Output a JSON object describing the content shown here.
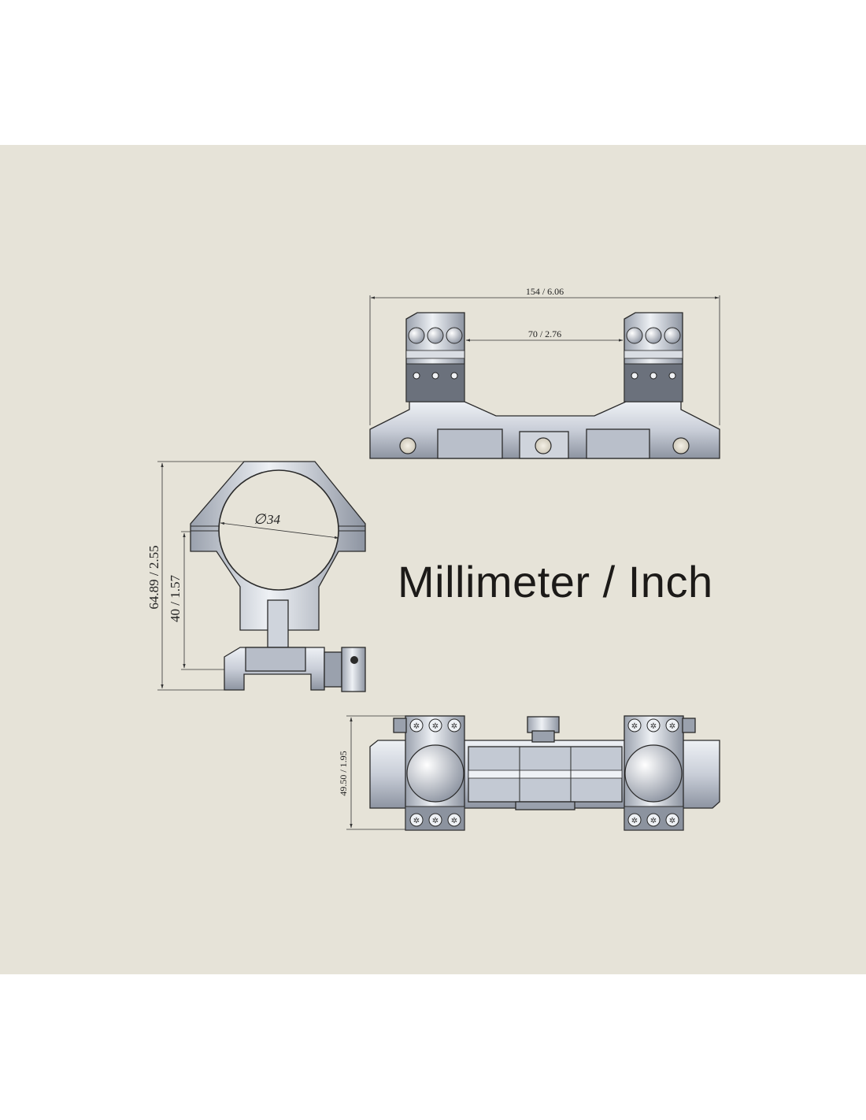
{
  "title": "Millimeter / Inch",
  "dimensions": {
    "overall_length": "154 / 6.06",
    "ring_spacing": "70 / 2.76",
    "tube_diameter": "34",
    "total_height": "64.89 / 2.55",
    "center_height": "40 / 1.57",
    "base_width": "49.50 / 1.95"
  },
  "colors": {
    "background": "#e6e3d8",
    "metal_light": "#d8dde6",
    "metal_mid": "#a9b0bd",
    "metal_dark": "#6f7682",
    "line": "#2a2a2a"
  }
}
